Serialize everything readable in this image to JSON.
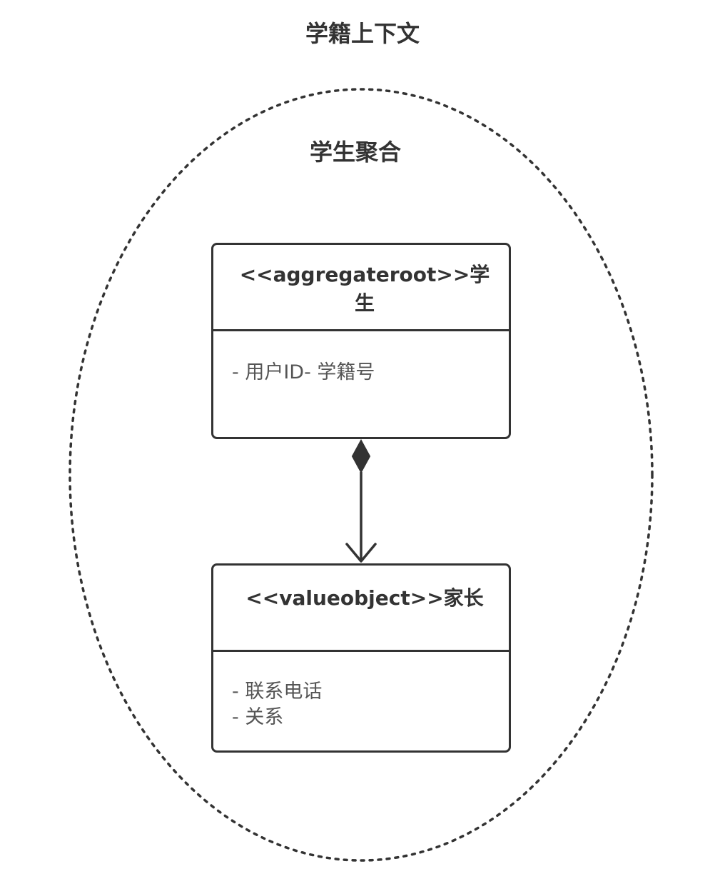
{
  "diagram": {
    "context_title": "学籍上下文",
    "aggregate_title": "学生聚合",
    "classes": [
      {
        "stereotype_name": "<<aggregateroot>>学生",
        "attributes": [
          "- 用户ID- 学籍号"
        ]
      },
      {
        "stereotype_name": "<<valueobject>>家长",
        "attributes": [
          "- 联系电话",
          "- 关系"
        ]
      }
    ],
    "relation": {
      "type": "composition",
      "from": "<<aggregateroot>>学生",
      "to": "<<valueobject>>家长"
    }
  },
  "colors": {
    "stroke": "#333333",
    "text": "#333333",
    "attribute_text": "#555555",
    "background": "#ffffff"
  }
}
